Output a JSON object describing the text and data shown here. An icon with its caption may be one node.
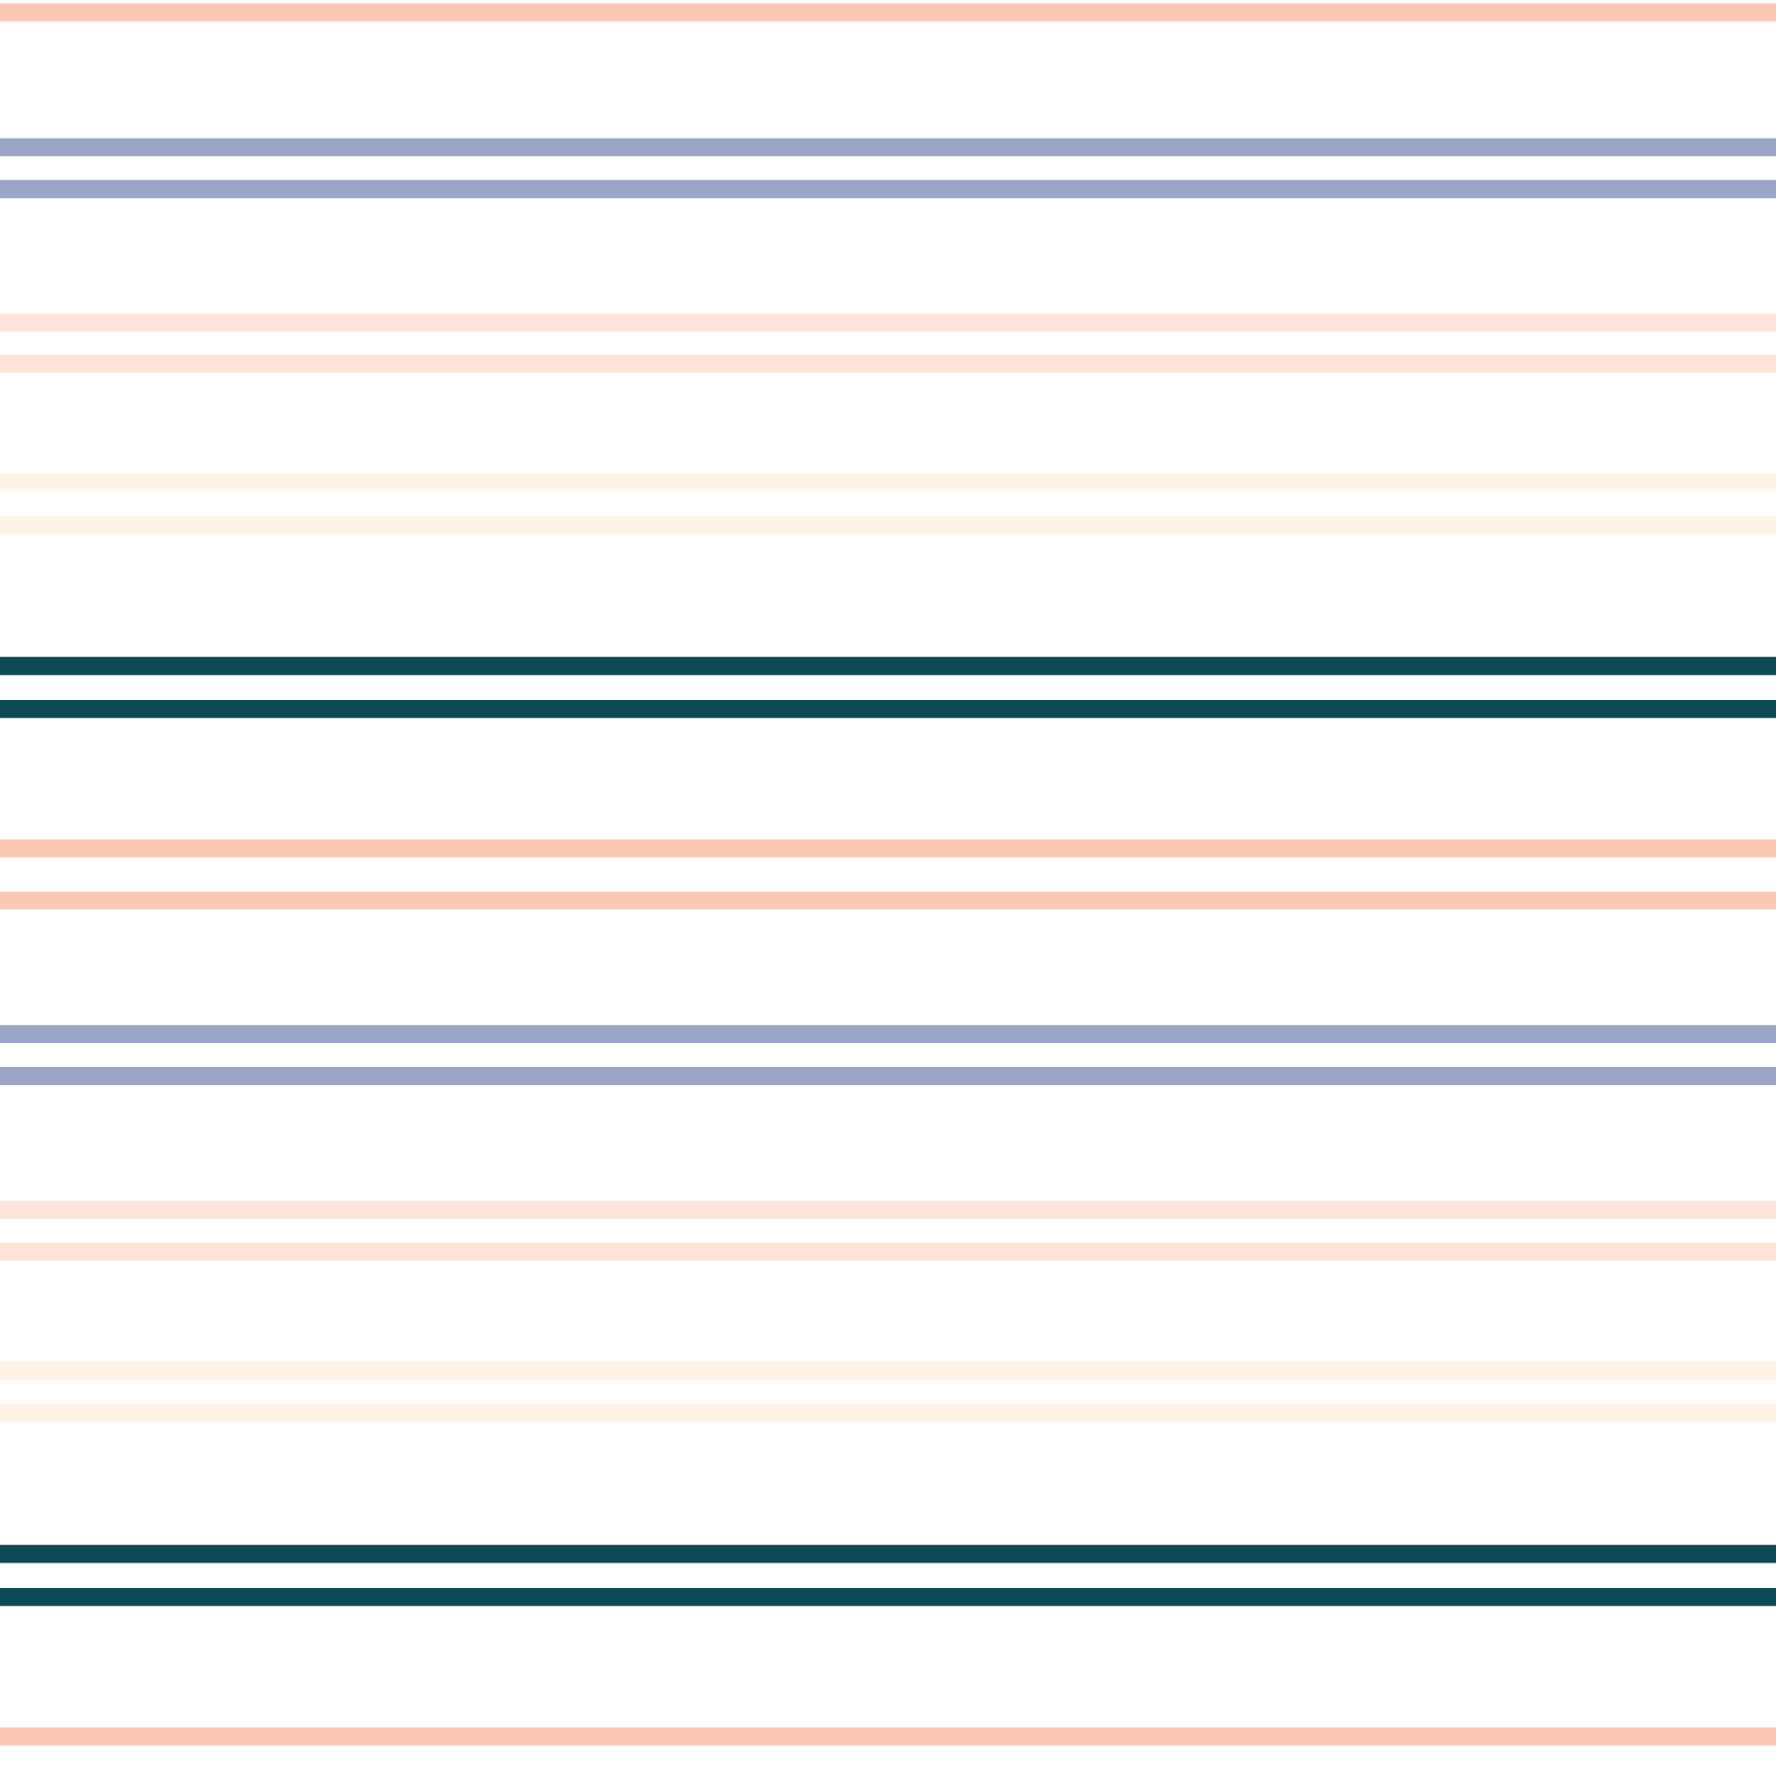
{
  "diagram": {
    "nodes": [
      {
        "text": [],
        "shape": "bar"
      },
      {
        "text": [],
        "shape": "bar"
      },
      {
        "text": [],
        "shape": "bar"
      },
      {
        "text": [],
        "shape": "bar"
      },
      {
        "text": [],
        "shape": "bar"
      },
      {
        "text": [],
        "shape": "bar"
      },
      {
        "text": [],
        "shape": "bar"
      },
      {
        "text": [],
        "shape": "bar"
      },
      {
        "text": [],
        "shape": "bar"
      },
      {
        "text": [],
        "shape": "bar"
      },
      {
        "text": [],
        "shape": "bar"
      },
      {
        "text": [],
        "shape": "bar"
      },
      {
        "text": [],
        "shape": "bar"
      },
      {
        "text": [],
        "shape": "bar"
      },
      {
        "text": [],
        "shape": "bar"
      },
      {
        "text": [],
        "shape": "bar"
      },
      {
        "text": [],
        "shape": "bar"
      },
      {
        "text": [],
        "shape": "bar"
      },
      {
        "text": [],
        "shape": "bar"
      },
      {
        "text": [],
        "shape": "bar"
      }
    ]
  }
}
